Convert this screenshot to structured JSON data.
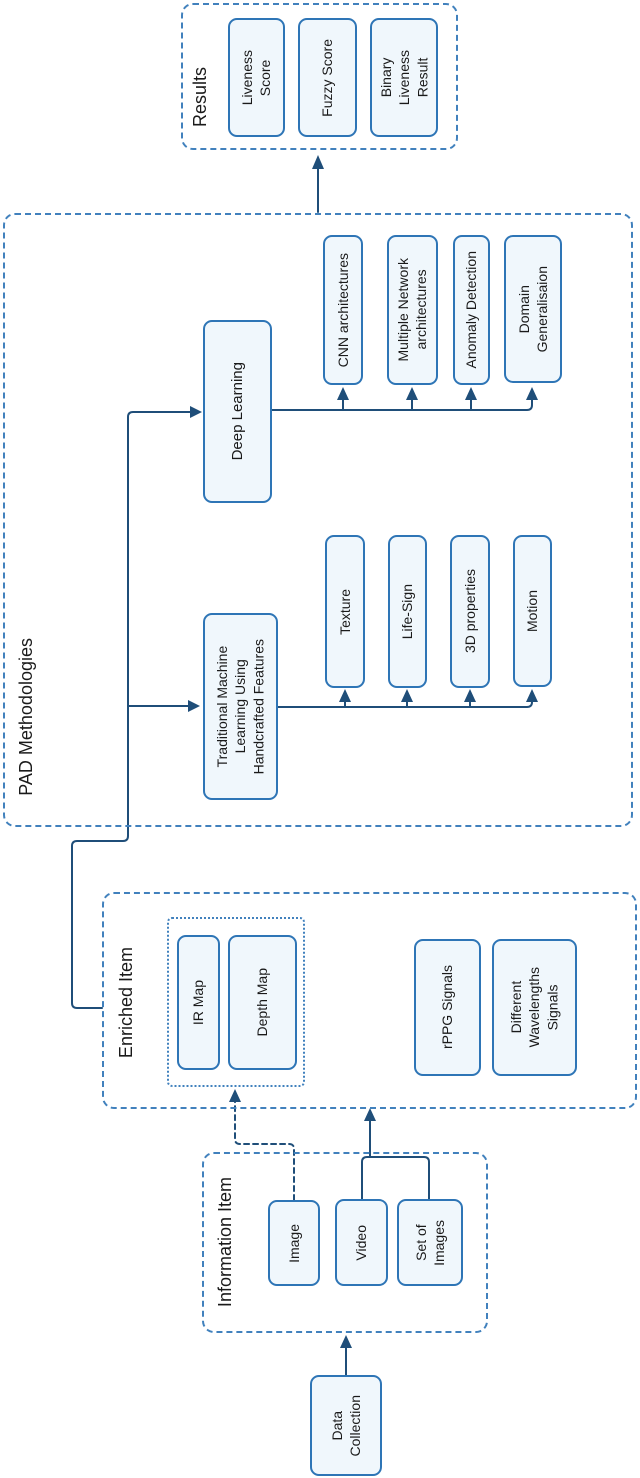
{
  "colors": {
    "node_border": "#2e75b6",
    "node_fill": "#f0f7fc",
    "container_border": "#4181bd",
    "connector": "#1f4e79",
    "text_color": "#1a1a1a"
  },
  "containers": {
    "results": "Results",
    "pad": "PAD Methodologies",
    "enriched": "Enriched Item",
    "information": "Information Item"
  },
  "nodes": {
    "liveness_score": "Liveness\nScore",
    "fuzzy_score": "Fuzzy Score",
    "binary_liveness_result": "Binary\nLiveness\nResult",
    "deep_learning": "Deep Learning",
    "cnn_architectures": "CNN architectures",
    "multiple_network_architectures": "Multiple Network\narchitectures",
    "anomaly_detection": "Anomaly Detection",
    "domain_generalisation": "Domain\nGeneralisaion",
    "traditional_ml": "Traditional Machine\nLearning Using\nHandcrafted Features",
    "texture": "Texture",
    "life_sign": "Life-Sign",
    "three_d_properties": "3D properties",
    "motion": "Motion",
    "ir_map": "IR Map",
    "depth_map": "Depth Map",
    "rppg_signals": "rPPG Signals",
    "different_wavelengths_signals": "Different\nWavelengths\nSignals",
    "image": "Image",
    "video": "Video",
    "set_of_images": "Set of\nImages",
    "data_collection": "Data\nCollection"
  }
}
